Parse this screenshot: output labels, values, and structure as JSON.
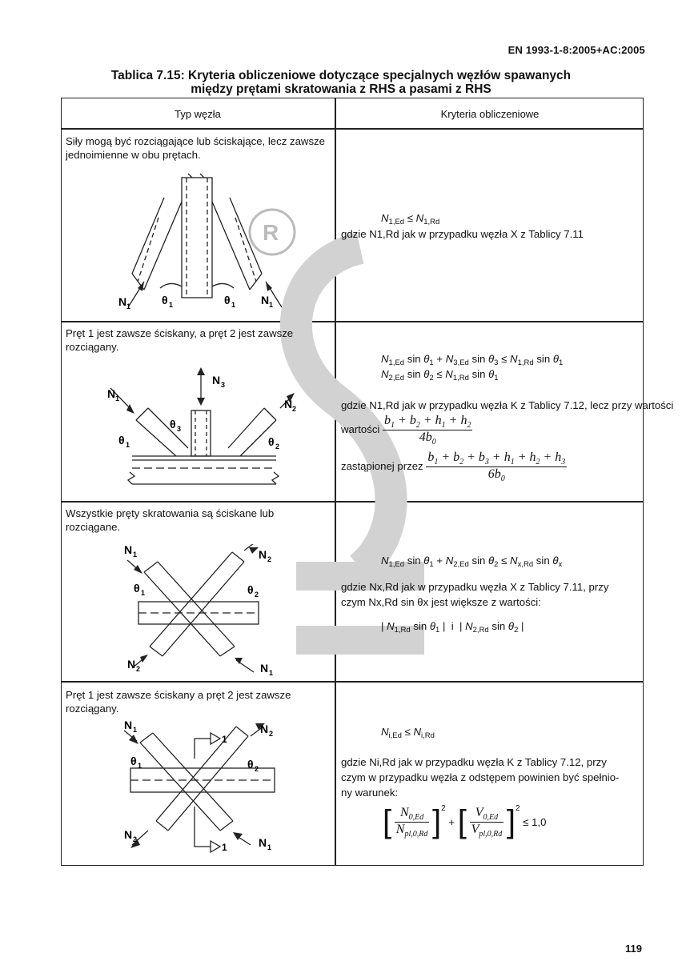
{
  "header": {
    "standard": "EN 1993-1-8:2005+AC:2005"
  },
  "table": {
    "title_line1": "Tablica 7.15: Kryteria obliczeniowe dotyczące specjalnych węzłów spawanych",
    "title_line2": "między prętami skratowania z RHS a pasami z RHS",
    "col_type": "Typ węzła",
    "col_criteria": "Kryteria obliczeniowe",
    "rows": [
      {
        "desc": "Siły mogą być rozciągające lub ściskające, lecz zawsze jednoimienne w obu prętach.",
        "labels": {
          "n1": "N",
          "n1s": "1",
          "t1": "θ",
          "t1s": "1"
        },
        "crit_note": "gdzie N1,Rd jak w przypadku węzła X z Tablicy 7.11"
      },
      {
        "desc": "Pręt 1 jest zawsze ściskany, a pręt 2 jest zawsze rozciągany.",
        "labels": {
          "n": "N",
          "n1s": "1",
          "n2s": "2",
          "n3s": "3",
          "t": "θ",
          "t1s": "1",
          "t2s": "2",
          "t3s": "3"
        },
        "crit_note": "gdzie N1,Rd jak w przypadku węzła K z Tablicy 7.12, lecz przy wartości",
        "replaced": "zastąpionej przez"
      },
      {
        "desc": "Wszystkie pręty skratowania są ściskane lub rozciągane.",
        "labels": {
          "n": "N",
          "n1s": "1",
          "n2s": "2",
          "t": "θ",
          "t1s": "1",
          "t2s": "2"
        },
        "crit_note1": "gdzie Nx,Rd jak w przypadku węzła X z Tablicy 7.11, przy",
        "crit_note2": "czym Nx,Rd sin θx jest większe z wartości:"
      },
      {
        "desc": "Pręt 1 jest zawsze ściskany a pręt 2 jest zawsze rozciągany.",
        "labels": {
          "n": "N",
          "n1s": "1",
          "n2s": "2",
          "t": "θ",
          "t1s": "1",
          "t2s": "2",
          "cut": "1"
        },
        "crit_note1": "gdzie Ni,Rd jak w przypadku węzła K z Tablicy 7.12, przy",
        "crit_note2": "czym w przypadku węzła z odstępem powinien być spełnio-",
        "crit_note3": "ny warunek:",
        "limit": "≤ 1,0"
      }
    ]
  },
  "footer": {
    "page_number": "119"
  }
}
